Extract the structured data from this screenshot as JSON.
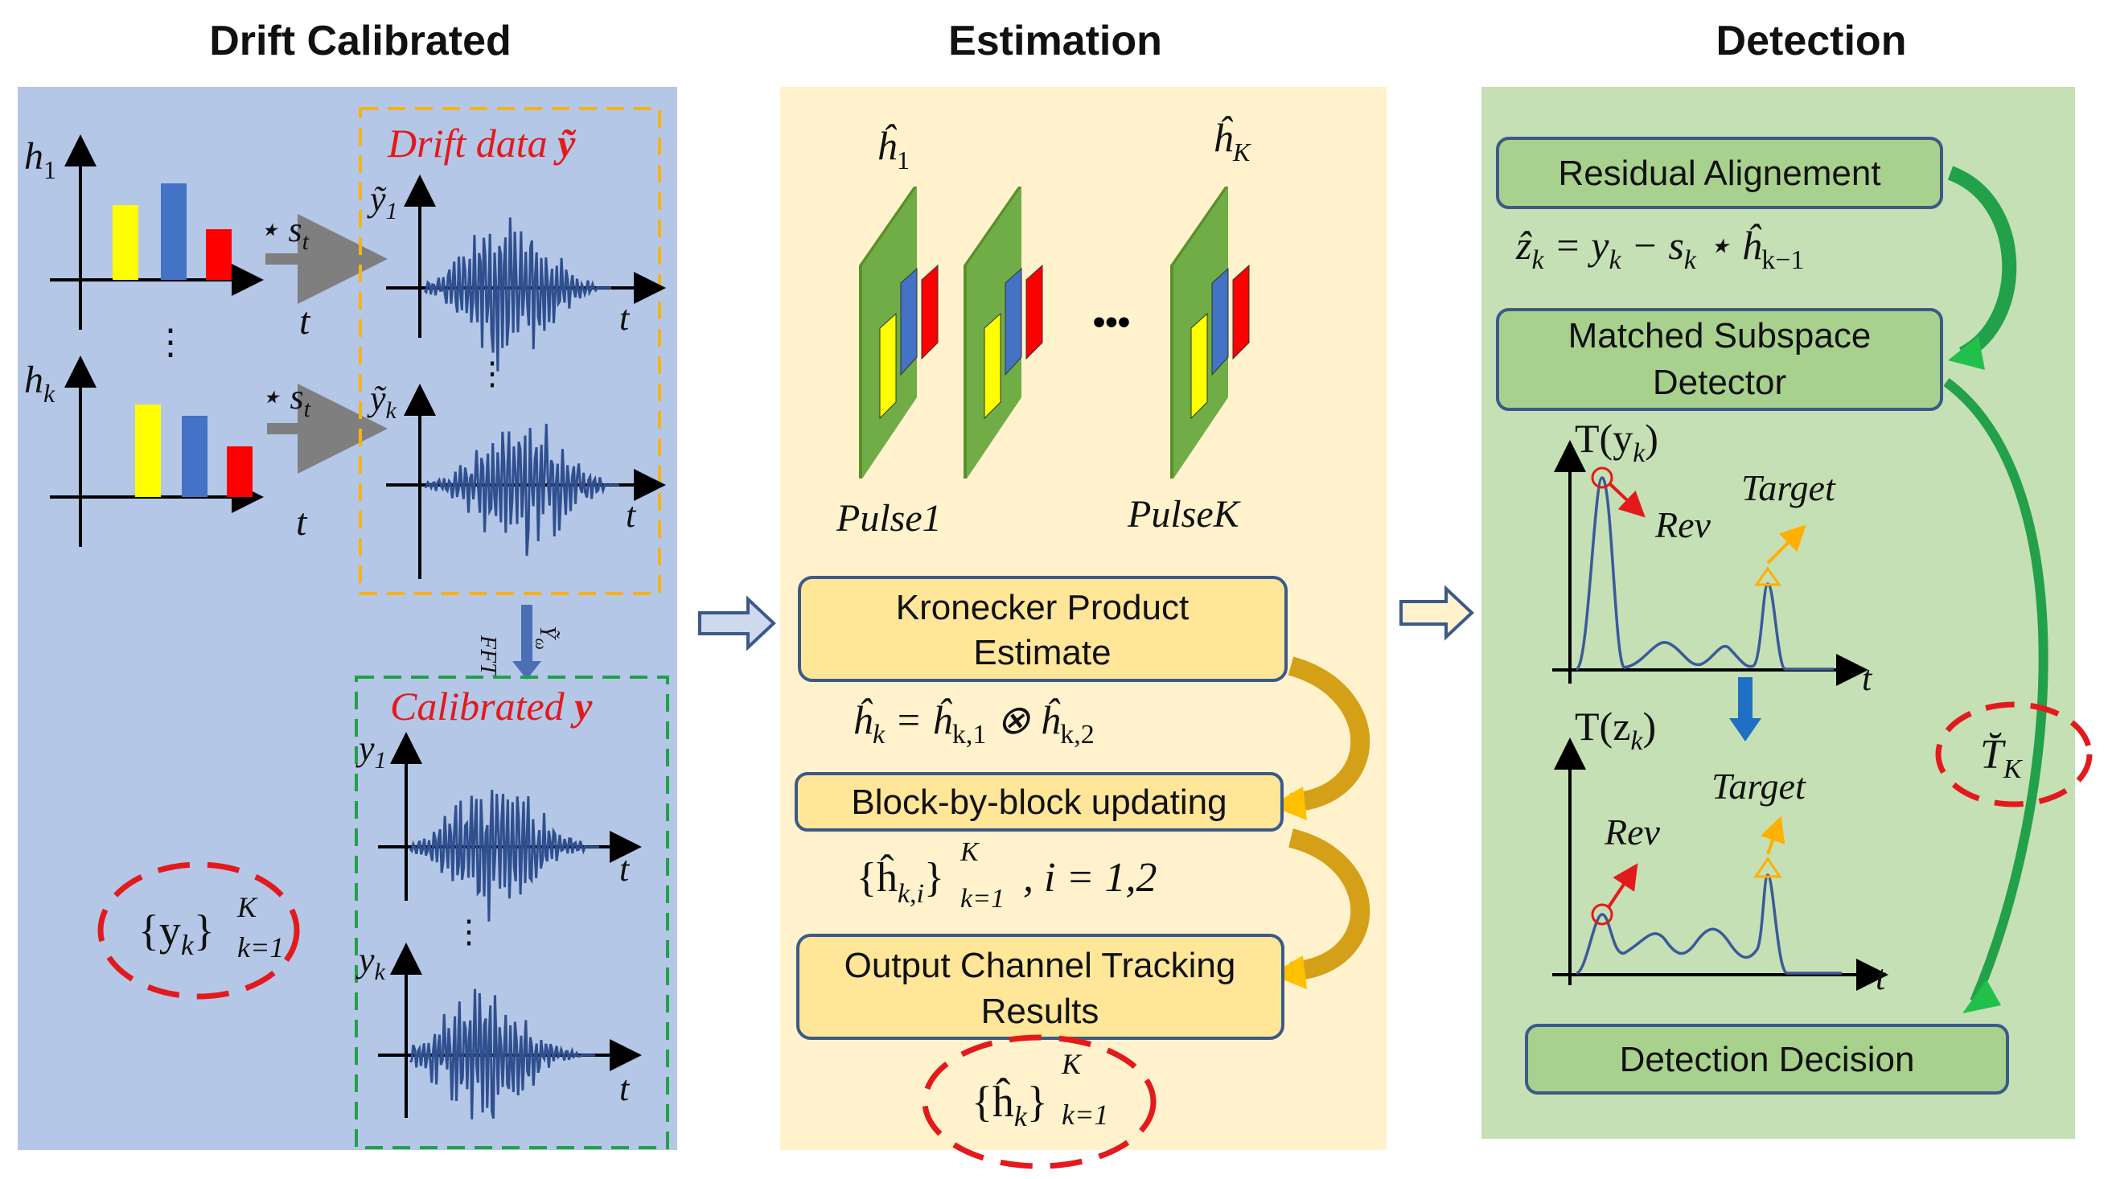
{
  "panels": {
    "drift": {
      "title": "Drift Calibrated",
      "h1": "h",
      "h1_sub": "1",
      "hk": "h",
      "hk_sub": "k",
      "conv_op": "⋆ s",
      "conv_sub": "t",
      "dots": "⋮",
      "t": "t",
      "drift_box_title": "Drift data ",
      "drift_box_symbol": "ỹ",
      "y1tilde": "ỹ",
      "y1tilde_sub": "1",
      "yktilde": "ỹ",
      "yktilde_sub": "k",
      "fft": "FFT",
      "y_omega": "Ỹ",
      "y_omega_sub": "ω",
      "calib_box_title": "Calibrated ",
      "calib_box_symbol": "y",
      "y1": "y",
      "y1_sub": "1",
      "yk": "y",
      "yk_sub": "k",
      "set_label": "{y",
      "set_sub": "k",
      "set_close": "}",
      "set_sup": "K",
      "set_lower": "k=1"
    },
    "estimation": {
      "title": "Estimation",
      "h1hat": "ĥ",
      "h1hat_sub": "1",
      "hKhat": "ĥ",
      "hKhat_sub": "K",
      "ellipsis": "•••",
      "pulse1": "Pulse1",
      "pulseK": "PulseK",
      "box1": [
        "Kronecker Product",
        "Estimate"
      ],
      "eq1": "ĥ",
      "eq1_sub": "k",
      "eq1_rest": " = ĥ",
      "eq1_sub2": "k,1",
      "eq1_otimes": " ⊗ ĥ",
      "eq1_sub3": "k,2",
      "box2": "Block-by-block updating",
      "eq2_open": "{ĥ",
      "eq2_sub": "k,i",
      "eq2_close": "}",
      "eq2_sup": "K",
      "eq2_lower": "k=1",
      "eq2_rest": ", i = 1,2",
      "box3": [
        "Output Channel Tracking",
        "Results"
      ],
      "eq3_open": "{ĥ",
      "eq3_sub": "k",
      "eq3_close": "}",
      "eq3_sup": "K",
      "eq3_lower": "k=1"
    },
    "detection": {
      "title": "Detection",
      "box1": "Residual Alignement",
      "eq1": "ẑ",
      "eq1_sub": "k",
      "eq1_mid": " = y",
      "eq1_sub2": "k",
      "eq1_mid2": " − s",
      "eq1_sub3": "k",
      "eq1_mid3": " ⋆ ĥ",
      "eq1_sub4": "k−1",
      "box2": [
        "Matched Subspace",
        "Detector"
      ],
      "Ty": "T(y",
      "Ty_sub": "k",
      "Ty_close": ")",
      "Tz": "T(z",
      "Tz_sub": "k",
      "Tz_close": ")",
      "rev": "Rev",
      "target": "Target",
      "t": "t",
      "TK": "T̆",
      "TK_sub": "K",
      "box3": "Detection Decision"
    }
  },
  "colors": {
    "drift_bg": "#b4c7e7",
    "estimation_bg": "#fff2cc",
    "detection_bg": "#c5e0b4",
    "red": "#e31a1c",
    "yellow": "#ffff00",
    "blue": "#4472c4",
    "bar_red": "#ff0000",
    "green_box": "#a9d18e",
    "orange_box": "#ffe699",
    "wave": "#2f4f8f"
  }
}
